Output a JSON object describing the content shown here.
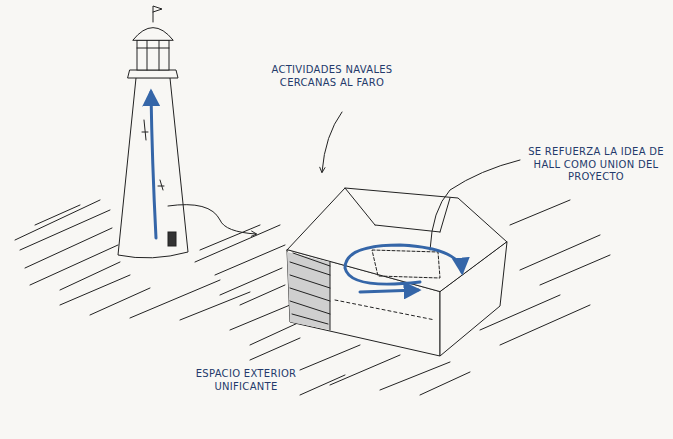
{
  "diagram": {
    "labels": [
      "ACTIVIDADES NAVALES CERCANAS AL FARO",
      "SE REFUERZA LA IDEA DE HALL COMO UNION DEL PROYECTO",
      "ESPACIO EXTERIOR UNIFICANTE"
    ]
  }
}
